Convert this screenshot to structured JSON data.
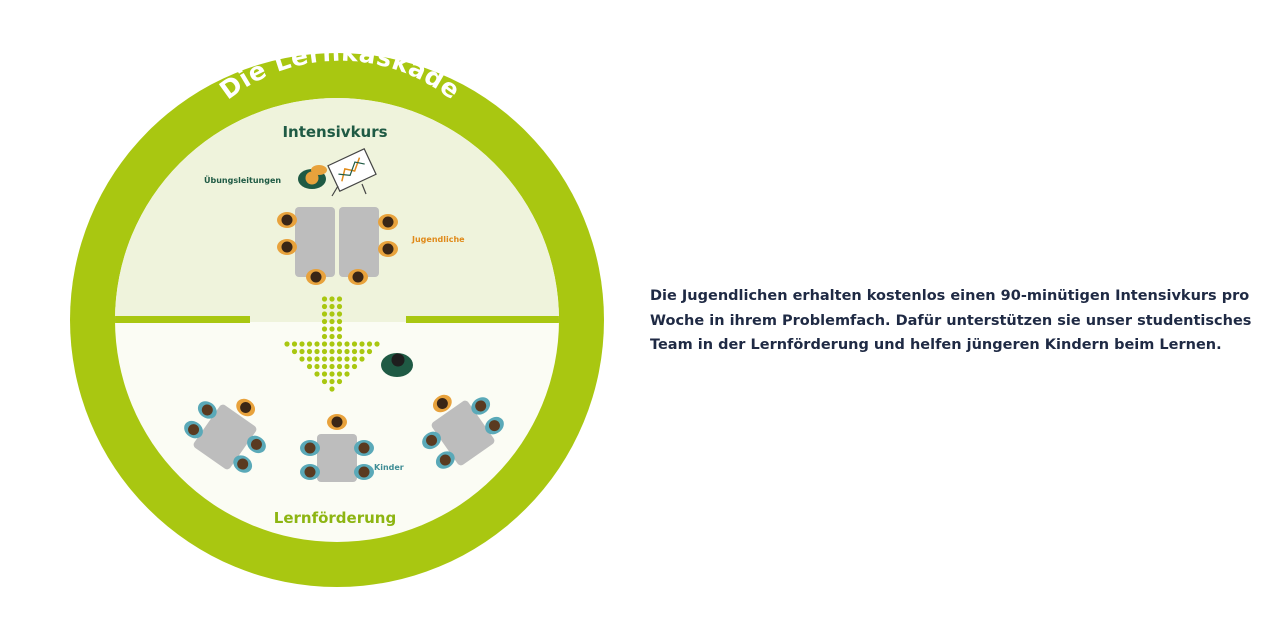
{
  "diagram": {
    "ring_title": "Die Lernkaskade",
    "top_section_title": "Intensivkurs",
    "bottom_section_title": "Lernförderung",
    "labels": {
      "instructors": "Übungsleitungen",
      "teens": "Jugendliche",
      "kids": "Kinder"
    },
    "colors": {
      "ring": "#a9c711",
      "top_fill": "#eff3dc",
      "bottom_fill": "#fbfcf4",
      "dark_green": "#1f5a44",
      "orange": "#e08a1a",
      "table": "#bdbdbd"
    }
  },
  "description": {
    "lines": [
      "Die Jugendlichen erhalten kostenlos einen 90-minütigen Intensivkurs pro",
      "Woche in ihrem Problemfach. Dafür unterstützen sie unser studentisches",
      "Team in der Lernförderung und helfen jüngeren Kindern beim Lernen."
    ]
  }
}
